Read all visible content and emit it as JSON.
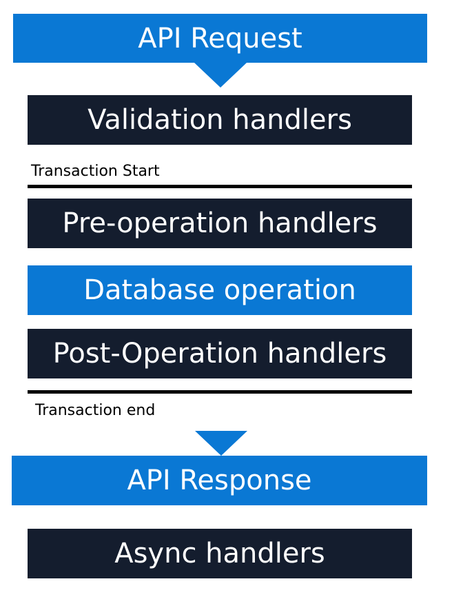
{
  "steps": {
    "api_request": "API Request",
    "validation": "Validation handlers",
    "pre_operation": "Pre-operation handlers",
    "database": "Database operation",
    "post_operation": "Post-Operation handlers",
    "api_response": "API Response",
    "async": "Async handlers"
  },
  "markers": {
    "transaction_start": "Transaction Start",
    "transaction_end": "Transaction end"
  },
  "colors": {
    "blue": "#0a78d4",
    "dark": "#141d2e",
    "rule": "#000000"
  }
}
